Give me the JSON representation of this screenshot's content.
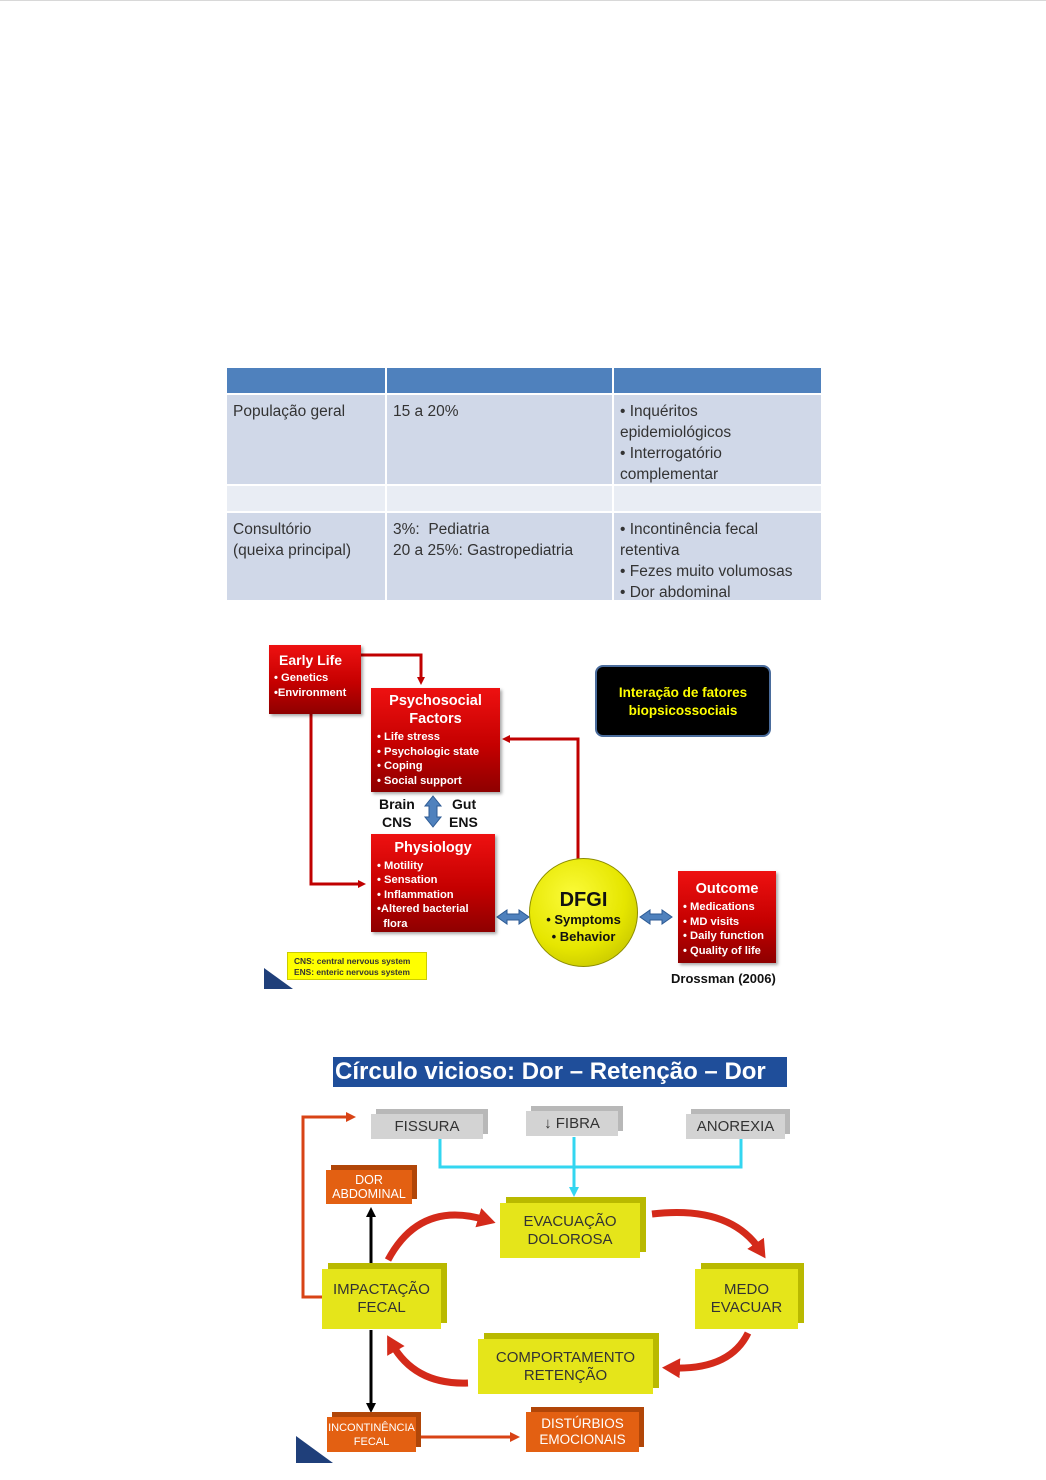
{
  "table": {
    "rows": [
      {
        "c1": "População geral",
        "c2": "15 a 20%",
        "c3": [
          "• Inquéritos",
          "epidemiológicos",
          "• Interrogatório",
          "complementar"
        ]
      },
      {
        "c1": "",
        "c2": "",
        "c3": []
      },
      {
        "c1": [
          "Consultório",
          "(queixa principal)"
        ],
        "c2": [
          "3%:  Pediatria",
          "20 a 25%: Gastropediatria"
        ],
        "c3": [
          "• Incontinência fecal",
          "retentiva",
          "• Fezes muito volumosas",
          "• Dor abdominal"
        ]
      }
    ],
    "colors": {
      "header": "#4f81bd",
      "band": "#d0d8e8",
      "band_light": "#e9edf4"
    }
  },
  "biopsychosocial": {
    "early_life": {
      "title": "Early Life",
      "items": [
        "• Genetics",
        "•Environment"
      ]
    },
    "psychosocial": {
      "title": [
        "Psychosocial",
        "Factors"
      ],
      "items": [
        "• Life stress",
        "• Psychologic state",
        "• Coping",
        "• Social support"
      ]
    },
    "brain_gut": {
      "brain": "Brain",
      "gut": "Gut",
      "cns": "CNS",
      "ens": "ENS"
    },
    "physiology": {
      "title": "Physiology",
      "items": [
        "• Motility",
        "• Sensation",
        "• Inflammation",
        "•Altered bacterial",
        "  flora"
      ]
    },
    "center": {
      "title": "DFGI",
      "items": [
        "• Symptoms",
        "• Behavior"
      ]
    },
    "outcome": {
      "title": "Outcome",
      "items": [
        "• Medications",
        "• MD visits",
        "• Daily function",
        "• Quality of life"
      ]
    },
    "callout": [
      "Interação de fatores",
      "biopsicossociais"
    ],
    "note": [
      "CNS: central nervous system",
      "ENS: enteric nervous system"
    ],
    "citation": "Drossman (2006)",
    "colors": {
      "red": "#cc0000",
      "yellow": "#e6e600",
      "callout_text": "#ffff00"
    }
  },
  "vicious_circle": {
    "title": "Círculo vicioso: Dor – Retenção – Dor",
    "top_factors": [
      "FISSURA",
      "↓ FIBRA",
      "ANOREXIA"
    ],
    "dor_abdominal": [
      "DOR",
      "ABDOMINAL"
    ],
    "evacuacao": [
      "EVACUAÇÃO",
      "DOLOROSA"
    ],
    "medo": [
      "MEDO",
      "EVACUAR"
    ],
    "comportamento": [
      "COMPORTAMENTO",
      "RETENÇÃO"
    ],
    "impactacao": [
      "IMPACTAÇÃO",
      "FECAL"
    ],
    "incontinencia": [
      "INCONTINÊNCIA",
      "FECAL"
    ],
    "disturbios": [
      "DISTÚRBIOS",
      "EMOCIONAIS"
    ],
    "colors": {
      "title_bg": "#1f4e9a",
      "cyan": "#33d6f0",
      "yellow": "#e5e51a",
      "orange": "#e36012",
      "red_arrow": "#d42a1a"
    }
  }
}
